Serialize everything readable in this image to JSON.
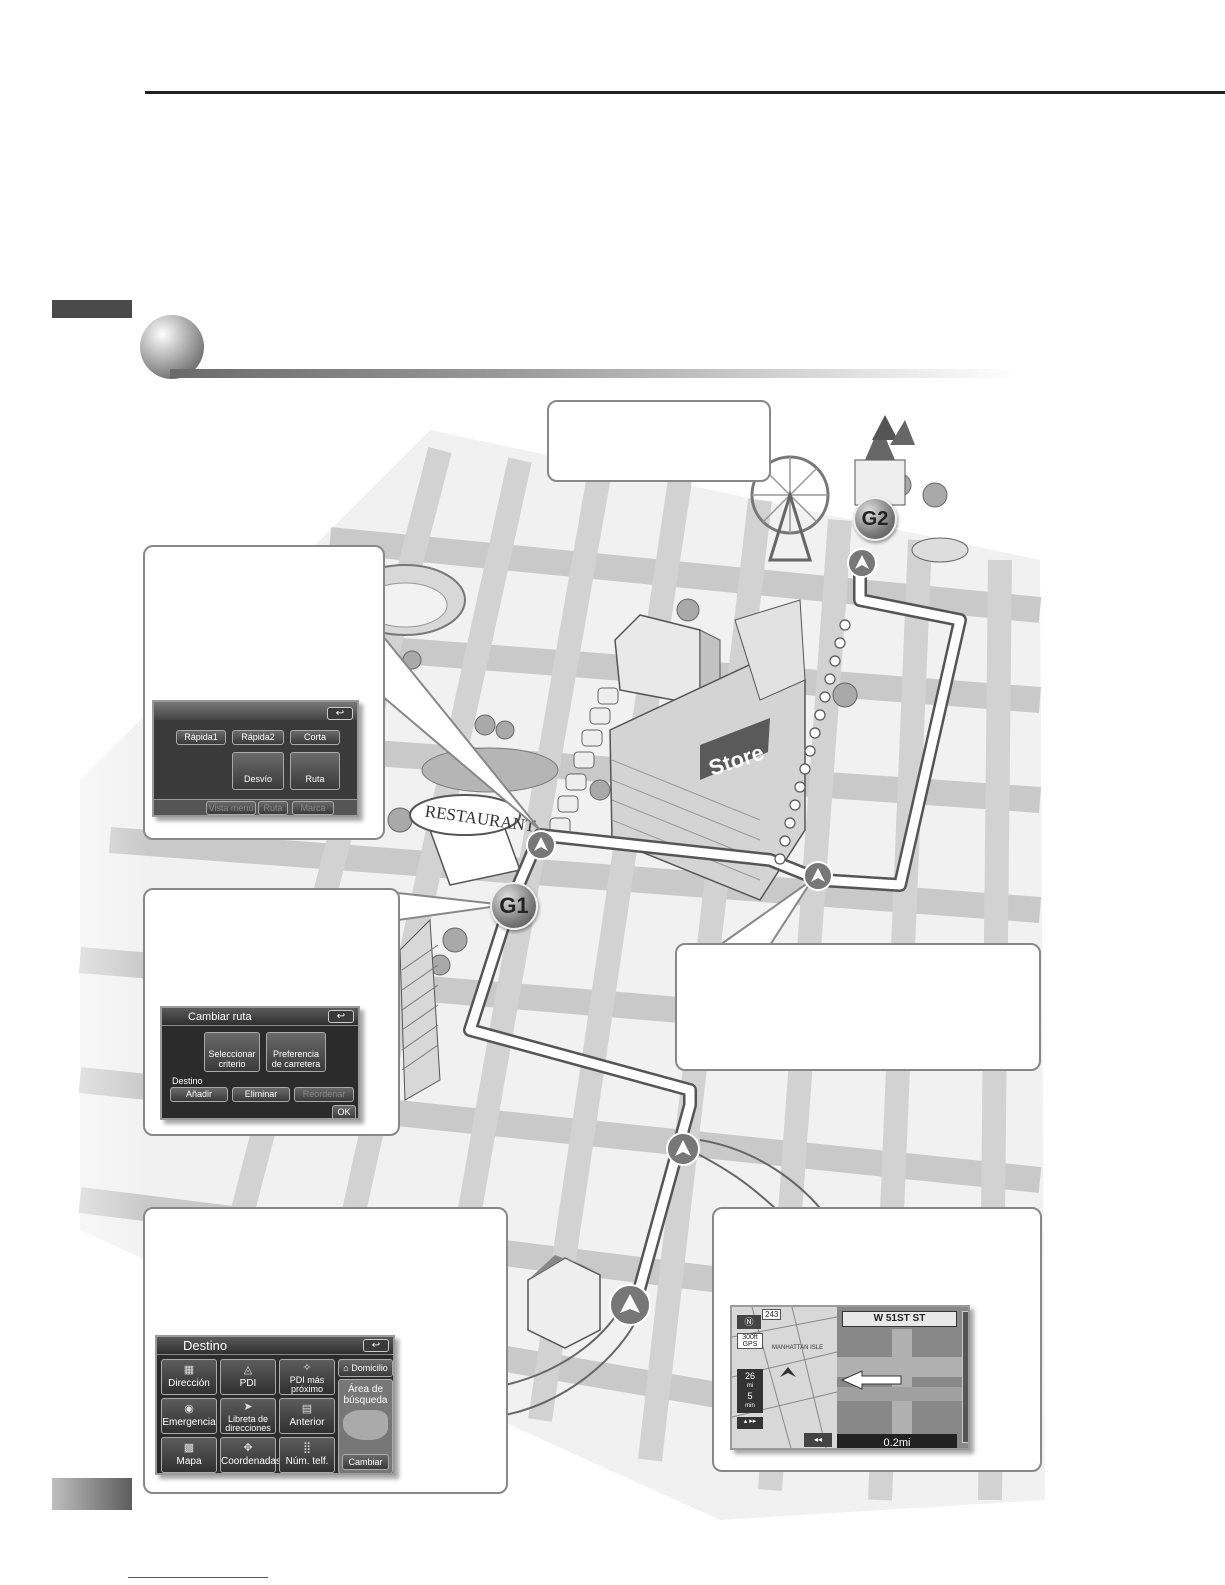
{
  "map_labels": {
    "goal1": "G1",
    "goal2": "G2",
    "restaurant_sign": "RESTAURANT",
    "store_sign": "Store"
  },
  "route_screen": {
    "buttons": [
      "Rápida1",
      "Rápida2",
      "Corta"
    ],
    "detour_label": "Desvío",
    "route_label": "Ruta",
    "bottom_bar": [
      "Vista menú",
      "Ruta",
      "Marca"
    ]
  },
  "change_route_screen": {
    "title": "Cambiar ruta",
    "select_criteria": "Seleccionar criterio",
    "road_preference": "Preferencia de carretera",
    "section_label": "Destino",
    "add": "Añadir",
    "delete": "Eliminar",
    "reorder": "Reordenar",
    "ok": "OK"
  },
  "destination_screen": {
    "title": "Destino",
    "tiles": [
      {
        "label": "Dirección",
        "icon": "address-icon"
      },
      {
        "label": "PDI",
        "icon": "poi-icon"
      },
      {
        "label": "PDI más próximo",
        "icon": "nearest-poi-icon"
      },
      {
        "label": "Emergencia",
        "icon": "emergency-icon"
      },
      {
        "label": "Libreta de direcciones",
        "icon": "address-book-icon"
      },
      {
        "label": "Anterior",
        "icon": "previous-icon"
      },
      {
        "label": "Mapa",
        "icon": "map-icon"
      },
      {
        "label": "Coordenadas",
        "icon": "coordinates-icon"
      },
      {
        "label": "Núm. telf.",
        "icon": "phone-icon"
      }
    ],
    "home": "Domicilio",
    "search_area_title": "Área de búsqueda",
    "change": "Cambiar"
  },
  "guidance_screen": {
    "street_name": "W 51ST ST",
    "distance": "0.2mi",
    "route_number": "243",
    "scale": "300ft",
    "gps_label": "GPS",
    "remaining_distance": "26",
    "distance_unit": "mi",
    "remaining_time": "5",
    "time_unit": "min",
    "map_text": "MANHATTAN ISLE"
  },
  "colors": {
    "road": "#c8c8c8",
    "route": "#ffffff",
    "screen_bg": "#2b2b2b"
  }
}
